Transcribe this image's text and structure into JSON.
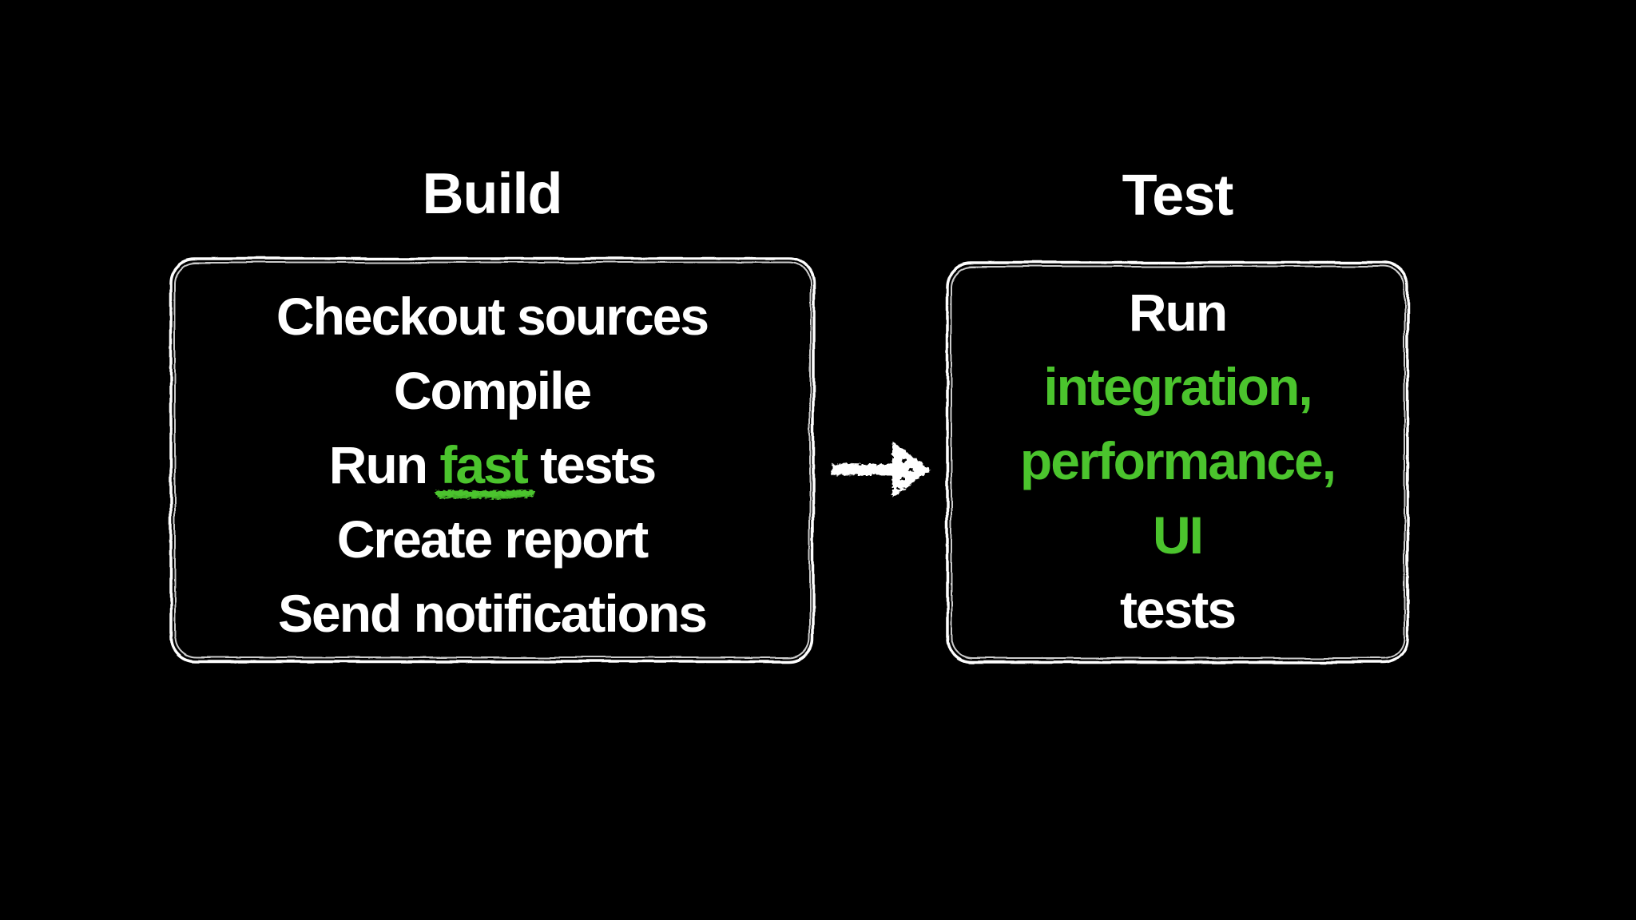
{
  "colors": {
    "background": "#000000",
    "text": "#ffffff",
    "highlight_green": "#4bc42d"
  },
  "build": {
    "title": "Build",
    "steps": [
      {
        "text": "Checkout sources",
        "color": "white"
      },
      {
        "text": "Compile",
        "color": "white"
      },
      {
        "parts": [
          {
            "text": "Run ",
            "color": "white"
          },
          {
            "text": "fast",
            "color": "green",
            "underlined": true
          },
          {
            "text": " tests",
            "color": "white"
          }
        ]
      },
      {
        "text": "Create report",
        "color": "white"
      },
      {
        "text": "Send notifications",
        "color": "white"
      }
    ]
  },
  "test": {
    "title": "Test",
    "steps": [
      {
        "text": "Run",
        "color": "white"
      },
      {
        "text": "integration,",
        "color": "green"
      },
      {
        "text": "performance,",
        "color": "green"
      },
      {
        "text": "UI",
        "color": "green"
      },
      {
        "text": "tests",
        "color": "white"
      }
    ]
  },
  "arrow": {
    "icon": "arrow-right",
    "direction": "right"
  }
}
